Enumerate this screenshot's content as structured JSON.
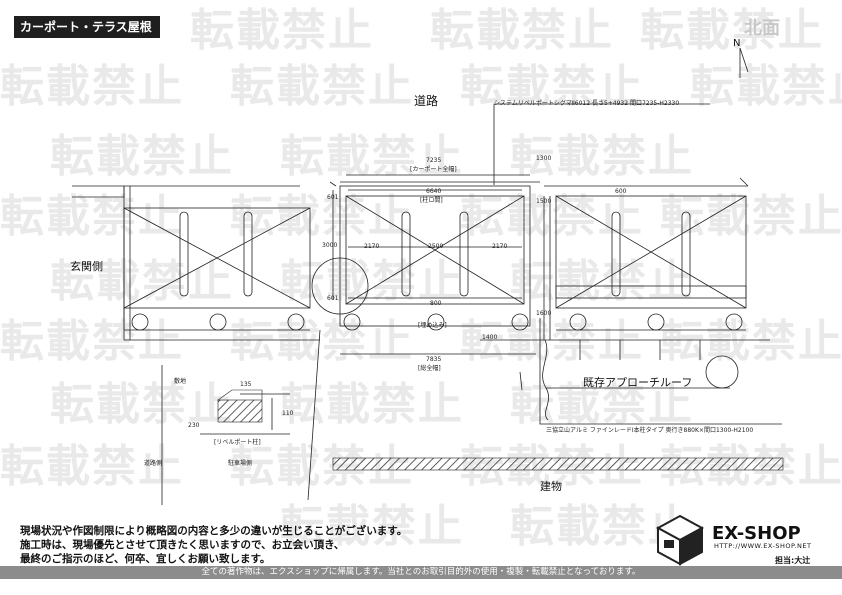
{
  "title": "カーポート・テラス屋根",
  "orientation": "北面",
  "north_mark": "N",
  "watermark": "転載禁止",
  "labels": {
    "road": "道路",
    "entrance": "玄関側",
    "existing_roof": "既存アプローチルーフ",
    "building": "建物",
    "product_carport": "システムリベルポートシグマⅡ6012 長さ5+4932 間口7235-H2330",
    "product_terrace": "三協立山アルミ ファインレードⅠ本柱タイプ 奥行き880K×間口1300-H2100",
    "dim_7235": "7235",
    "carport_total": "[カーポート全幅]",
    "dim_6640": "6640",
    "pillar_gap": "[柱ロ間]",
    "dim_1300": "1300",
    "dim_600": "600",
    "dim_1500": "1500",
    "dim_601": "601",
    "dim_3000": "3000",
    "dim_2170a": "2170",
    "dim_2500": "2500",
    "dim_2170b": "2170",
    "dim_800": "800",
    "dim_1600": "1600",
    "dim_1400": "1400",
    "dim_7835": "7835",
    "total_width": "[総全幅]",
    "embed": "[埋め込み]",
    "site_boundary": "敷地",
    "dim_135": "135",
    "dim_230": "230",
    "dim_110": "110",
    "liberal_pillar": "[リベルポート柱]",
    "road_side": "道路側",
    "parking": "駐車場側"
  },
  "notes": [
    "現場状況や作図制限により概略図の内容と多少の違いが生じることがございます。",
    "施工時は、現場優先とさせて頂きたく思いますので、お立会い頂き、",
    "最終のご指示のほど、何卒、宜しくお願い致します。"
  ],
  "footer": "全ての著作物は、エクスショップに帰属します。当社とのお取引目的外の使用・複製・転載禁止となっております。",
  "brand": {
    "name": "EX-SHOP",
    "url": "HTTP://WWW.EX-SHOP.NET",
    "person": "担当:大辻"
  }
}
